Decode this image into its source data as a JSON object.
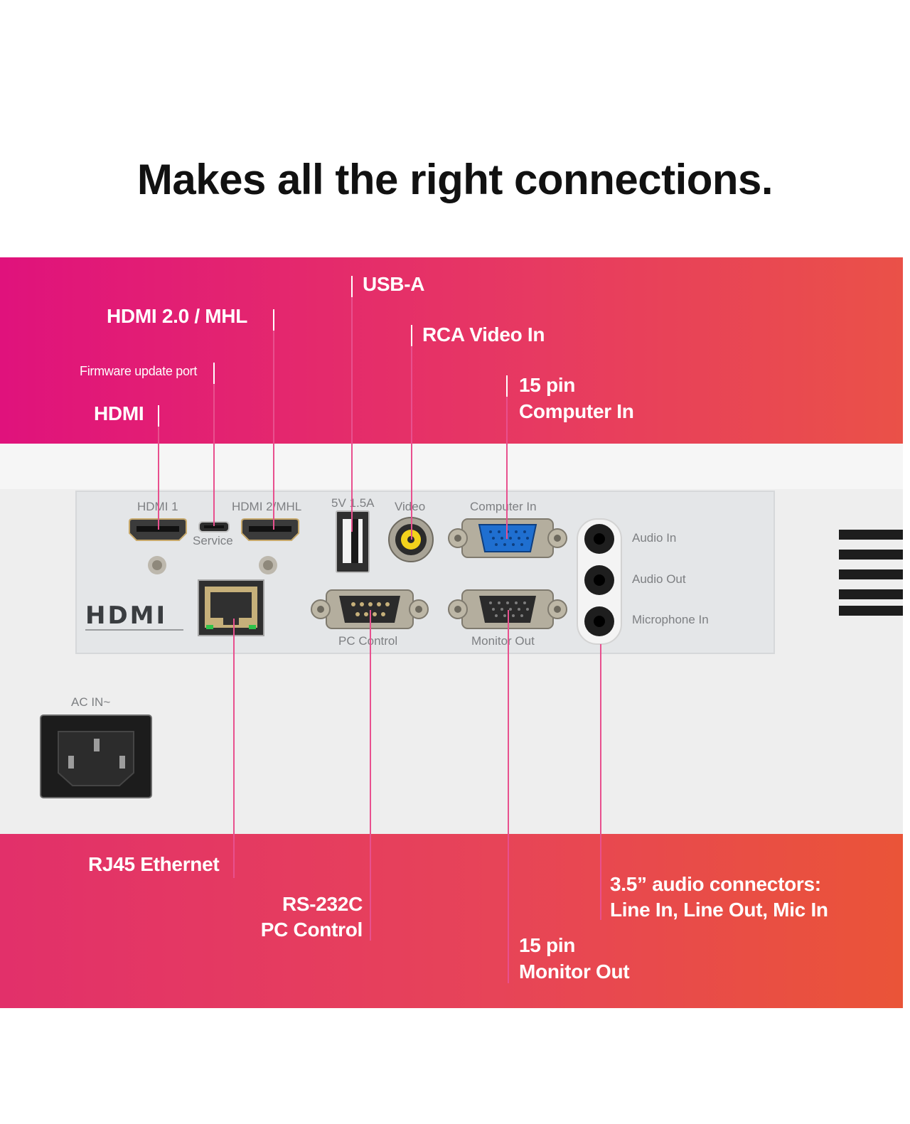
{
  "headline": "Makes all the right connections.",
  "callouts": {
    "usb_a": "USB-A",
    "hdmi_mhl": "HDMI 2.0 / MHL",
    "rca_video": "RCA Video In",
    "firmware": "Firmware update port",
    "computer_in_line1": "15 pin",
    "computer_in_line2": "Computer In",
    "hdmi": "HDMI",
    "rj45": "RJ45 Ethernet",
    "rs232_line1": "RS-232C",
    "rs232_line2": "PC Control",
    "audio_line1": "3.5” audio connectors:",
    "audio_line2": "Line In, Line Out, Mic In",
    "monitor_out_line1": "15 pin",
    "monitor_out_line2": "Monitor Out"
  },
  "silkscreen": {
    "hdmi1": "HDMI 1",
    "service": "Service",
    "hdmi2_mhl": "HDMI 2/MHL",
    "usb_power": "5V 1.5A",
    "video": "Video",
    "computer_in": "Computer In",
    "pc_control": "PC Control",
    "monitor_out": "Monitor Out",
    "audio_in": "Audio In",
    "audio_out": "Audio Out",
    "microphone_in": "Microphone In",
    "ac_in": "AC IN~",
    "hdmi_logo": "HDMI"
  },
  "colors": {
    "gradient_start": "#e0127c",
    "gradient_end": "#ea5148",
    "vga_blue": "#1f6fd0",
    "rca_yellow": "#f2d21c"
  }
}
